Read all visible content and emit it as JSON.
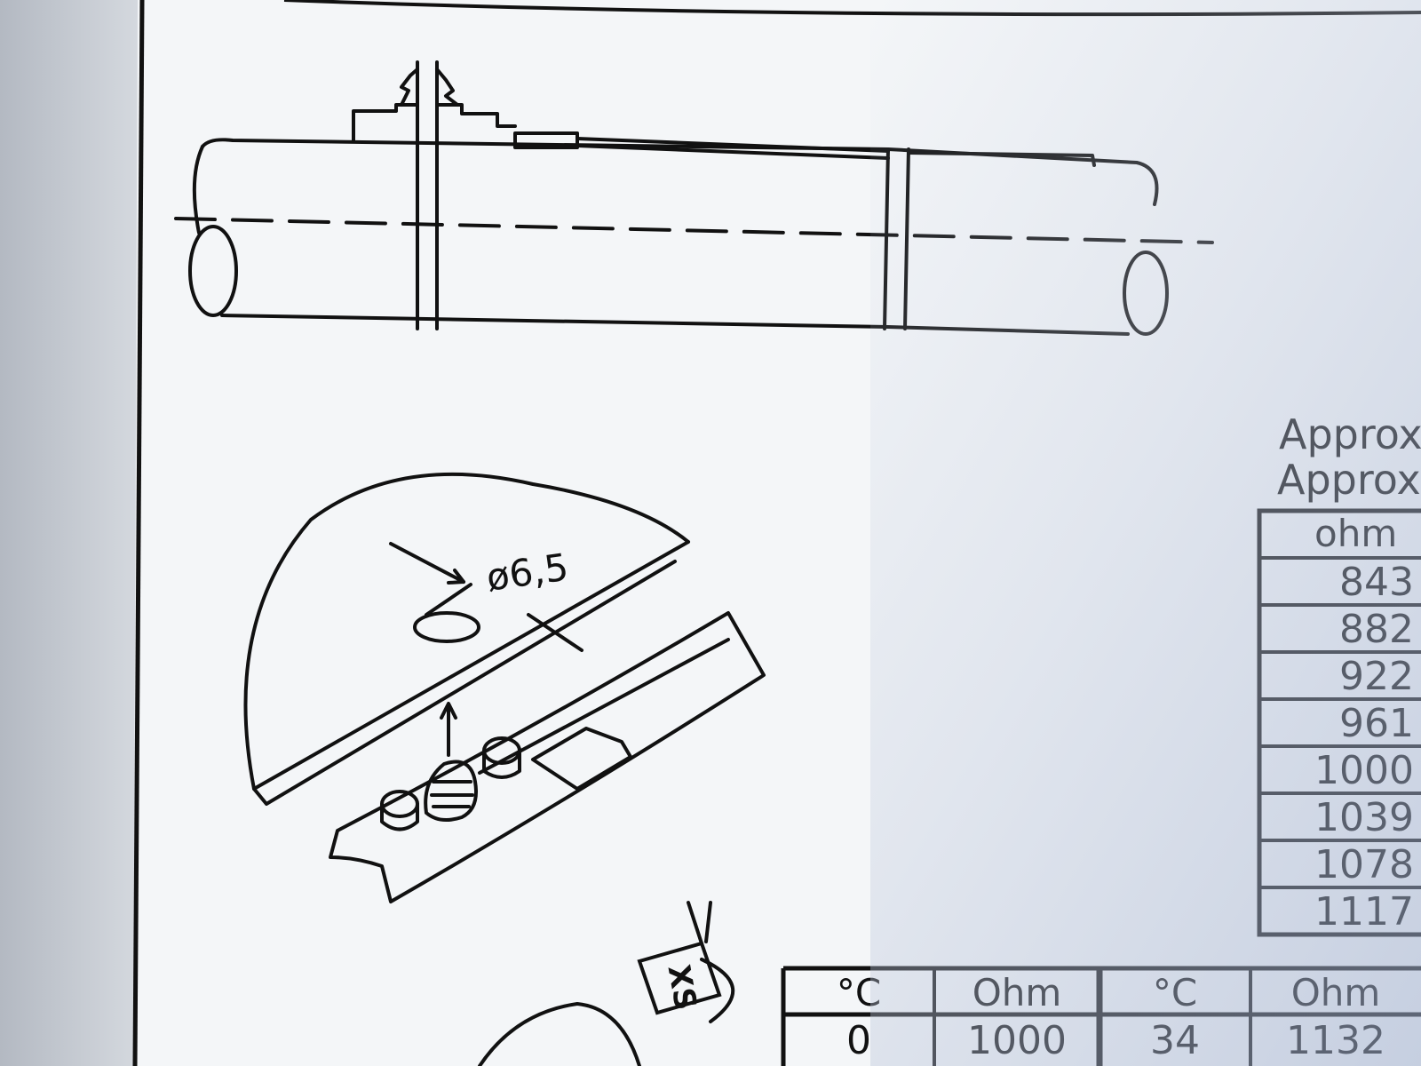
{
  "diagram": {
    "dimension_label": "ø6,5",
    "sensor_tag": "XS"
  },
  "approx_labels": [
    "Approx",
    "Approx"
  ],
  "resistance_table": {
    "header": "ohm",
    "values": [
      "843",
      "882",
      "922",
      "961",
      "1000",
      "1039",
      "1078",
      "1117"
    ]
  },
  "conversion_table": {
    "headers": [
      "°C",
      "Ohm",
      "°C",
      "Ohm"
    ],
    "row": [
      "0",
      "1000",
      "34",
      "1132"
    ]
  },
  "colors": {
    "ink": "#111111",
    "paper": "#f4f6f8"
  }
}
